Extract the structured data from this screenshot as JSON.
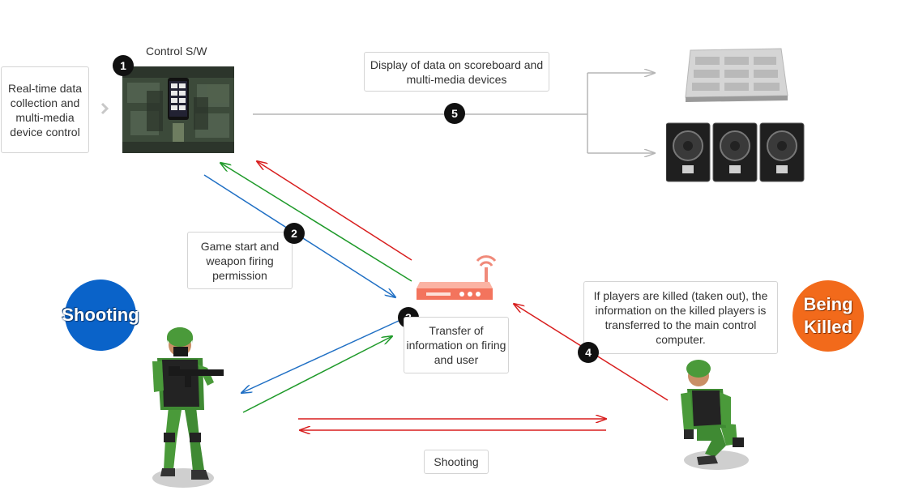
{
  "control_sw": {
    "label": "Control S/W"
  },
  "realtime_box": {
    "text": "Real-time data collection and multi-media device control"
  },
  "display_box": {
    "text": "Display of data on scoreboard and multi-media devices"
  },
  "game_start_box": {
    "text": "Game start and weapon firing permission"
  },
  "transfer_box": {
    "text": "Transfer of information on firing and user"
  },
  "killed_box": {
    "text": "If players are killed (taken out), the information on the killed players is transferred to the main control computer."
  },
  "shooting_box": {
    "text": "Shooting"
  },
  "shooting_circle": {
    "text": "Shooting",
    "color": "#0a63c9"
  },
  "being_killed_circle": {
    "text": "Being Killed",
    "color": "#f26a1b"
  },
  "steps": [
    "1",
    "2",
    "3",
    "4",
    "5"
  ],
  "colors": {
    "blue": "#1f6fc4",
    "green": "#1f9a2a",
    "red": "#d81e1e",
    "gray": "#b5b5b5"
  }
}
